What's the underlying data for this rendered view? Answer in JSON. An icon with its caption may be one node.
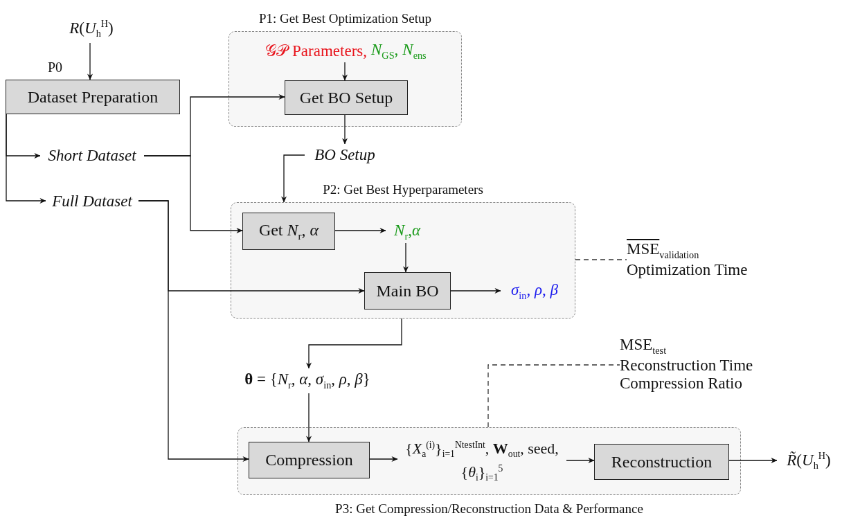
{
  "diagram": {
    "nodes": [
      {
        "text": [
          "*R*(*U*$_{h}$$^{H}$)"
        ]
      },
      {
        "text": [
          "Dataset Preparation"
        ],
        "beside": [
          "P0"
        ]
      },
      {
        "text": [
          "Short Dataset"
        ]
      },
      {
        "text": [
          "Full Dataset"
        ]
      },
      {
        "text": [
          "P1: Get Best Optimization Setup"
        ]
      },
      {
        "text": [
          "𝒢𝒫 Parameters,",
          "*N*$_{GS}$,",
          "*N*$_{ens}$"
        ],
        "in": 4
      },
      {
        "text": [
          "Get BO Setup"
        ],
        "in": 4
      },
      {
        "text": [
          "BO Setup"
        ]
      },
      {
        "text": [
          "P2: Get Best Hyperparameters"
        ]
      },
      {
        "text": [
          "Get *N*$_{r}$, *α*"
        ],
        "in": 8
      },
      {
        "text": [
          "*N*$_{r}$,*α*"
        ],
        "in": 8
      },
      {
        "text": [
          "Main BO"
        ],
        "in": 8
      },
      {
        "text": [
          "*σ*$_{in}$, *ρ*, *β*"
        ],
        "in": 8
      },
      {
        "text": [
          "MSE$_{validation}$",
          "Optimization Time"
        ]
      },
      {
        "text": [
          "**θ** = {*N*$_{r}$, *α*, *σ*$_{in}$, *ρ*, *β*}"
        ]
      },
      {
        "text": [
          "P3: Get Compression/Reconstruction Data & Performance"
        ]
      },
      {
        "text": [
          "Compression"
        ],
        "in": 15
      },
      {
        "text": [
          "{*X*$_{a}$$^{(i)}$}$_{i=1}$$^{NtestInt}$, **W**$_{out}$, seed, {*θ*$_{i}$}$_{i=1}$$^{5}$"
        ],
        "in": 15
      },
      {
        "text": [
          "Reconstruction"
        ],
        "in": 15
      },
      {
        "text": [
          "*R̃*(*U*$_{h}$$^{H}$)"
        ]
      },
      {
        "text": [
          "MSE$_{test}$",
          "Reconstruction Time",
          "Compression Ratio"
        ]
      }
    ],
    "edges": [
      {
        "from": 0,
        "to": 1,
        "arrow": "to"
      },
      {
        "from": 1,
        "to": 2,
        "arrow": "to"
      },
      {
        "from": 1,
        "to": 3,
        "arrow": "to"
      },
      {
        "from": 2,
        "to": 6,
        "arrow": "to"
      },
      {
        "from": 2,
        "to": 9,
        "arrow": "to"
      },
      {
        "from": 5,
        "to": 6,
        "arrow": "to"
      },
      {
        "from": 6,
        "to": 7,
        "arrow": "to"
      },
      {
        "from": 7,
        "to": 8,
        "arrow": "to"
      },
      {
        "from": 3,
        "to": 16,
        "arrow": "to"
      },
      {
        "from": 3,
        "to": 11,
        "arrow": "to"
      },
      {
        "from": 9,
        "to": 10,
        "arrow": "to"
      },
      {
        "from": 10,
        "to": 11,
        "arrow": "to"
      },
      {
        "from": 11,
        "to": 12,
        "arrow": "to"
      },
      {
        "from": 8,
        "to": 13,
        "arrow": "none",
        "style": "dashed"
      },
      {
        "from": 8,
        "to": 14,
        "arrow": "to"
      },
      {
        "from": 14,
        "to": 16,
        "arrow": "to"
      },
      {
        "from": 16,
        "to": 17,
        "arrow": "to"
      },
      {
        "from": 17,
        "to": 18,
        "arrow": "to"
      },
      {
        "from": 18,
        "to": 19,
        "arrow": "to"
      },
      {
        "from": 15,
        "to": 20,
        "arrow": "none",
        "style": "dashed"
      }
    ]
  }
}
